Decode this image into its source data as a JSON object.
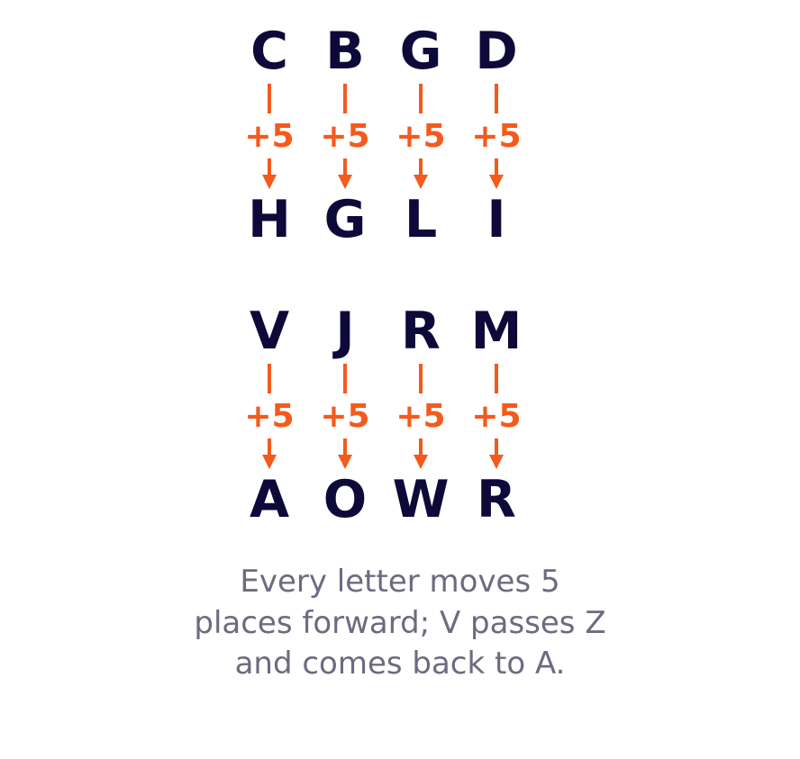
{
  "rows": [
    {
      "columns": [
        {
          "from": "C",
          "shift": "+5",
          "to": "H"
        },
        {
          "from": "B",
          "shift": "+5",
          "to": "G"
        },
        {
          "from": "G",
          "shift": "+5",
          "to": "L"
        },
        {
          "from": "D",
          "shift": "+5",
          "to": "I"
        }
      ]
    },
    {
      "columns": [
        {
          "from": "V",
          "shift": "+5",
          "to": "A"
        },
        {
          "from": "J",
          "shift": "+5",
          "to": "O"
        },
        {
          "from": "R",
          "shift": "+5",
          "to": "W"
        },
        {
          "from": "M",
          "shift": "+5",
          "to": "R"
        }
      ]
    }
  ],
  "caption": "Every letter moves 5 places forward; V passes Z and comes back to A.",
  "colors": {
    "letter": "#0d0a3a",
    "shift": "#f45a1c",
    "caption": "#6b6b80"
  }
}
